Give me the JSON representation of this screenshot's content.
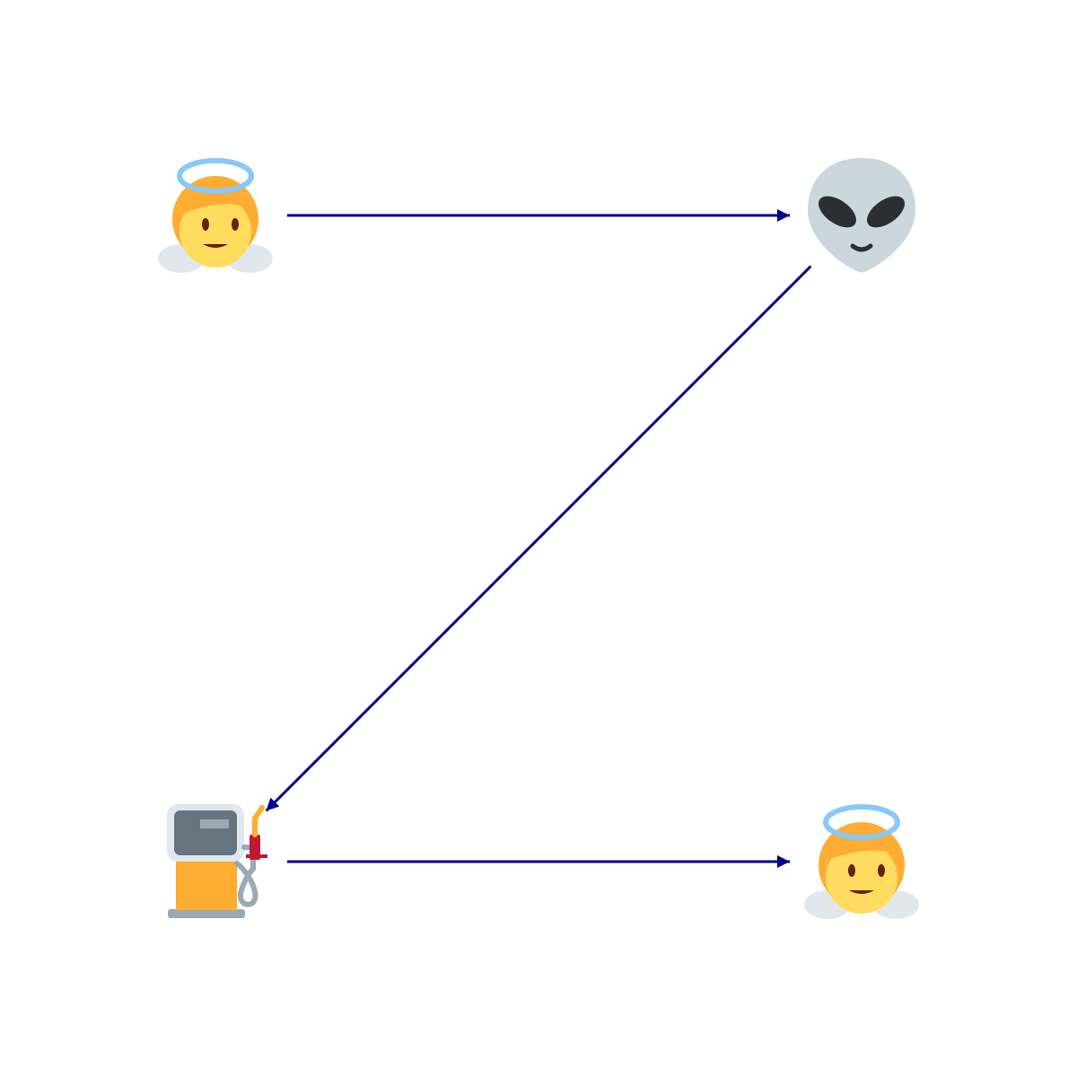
{
  "diagram": {
    "nodes": [
      {
        "id": "top-left",
        "icon": "angel-icon"
      },
      {
        "id": "top-right",
        "icon": "alien-icon"
      },
      {
        "id": "bottom-left",
        "icon": "fuel-pump-icon"
      },
      {
        "id": "bottom-right",
        "icon": "angel-icon"
      }
    ],
    "edges": [
      {
        "from": "top-left",
        "to": "top-right"
      },
      {
        "from": "top-right",
        "to": "bottom-left"
      },
      {
        "from": "bottom-left",
        "to": "bottom-right"
      }
    ],
    "colors": {
      "edge": "#00008b",
      "background": "#ffffff"
    }
  }
}
